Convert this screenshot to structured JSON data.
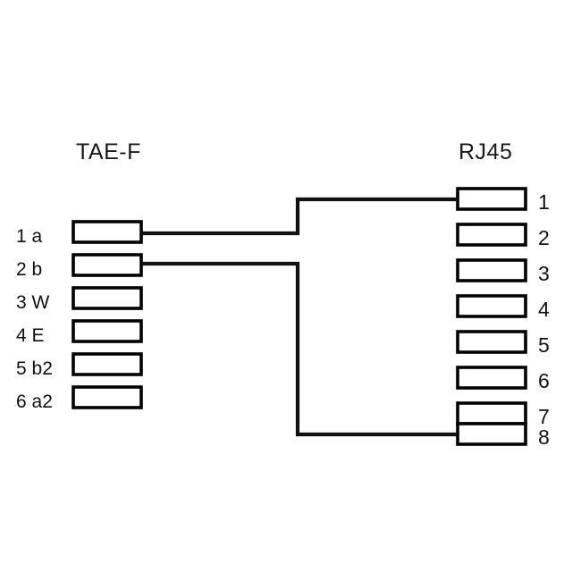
{
  "diagram": {
    "title_left": "TAE-F",
    "title_right": "RJ45",
    "background_color": "#ffffff",
    "line_color": "#111111",
    "box_fill": "#ffffff",
    "box_stroke": "#000000",
    "left_connector": {
      "name": "TAE-F",
      "pins": [
        {
          "number": "1",
          "code": "a",
          "label": "1 a"
        },
        {
          "number": "2",
          "code": "b",
          "label": "2 b"
        },
        {
          "number": "3",
          "code": "W",
          "label": "3 W"
        },
        {
          "number": "4",
          "code": "E",
          "label": "4 E"
        },
        {
          "number": "5",
          "code": "b2",
          "label": "5 b2"
        },
        {
          "number": "6",
          "code": "a2",
          "label": "6 a2"
        }
      ]
    },
    "right_connector": {
      "name": "RJ45",
      "pins": [
        {
          "number": "1",
          "label": "1"
        },
        {
          "number": "2",
          "label": "2"
        },
        {
          "number": "3",
          "label": "3"
        },
        {
          "number": "4",
          "label": "4"
        },
        {
          "number": "5",
          "label": "5"
        },
        {
          "number": "6",
          "label": "6"
        },
        {
          "number": "7",
          "label": "7"
        },
        {
          "number": "8",
          "label": "8"
        }
      ]
    },
    "connections": [
      {
        "from": "1 a",
        "to": "1",
        "route": "up"
      },
      {
        "from": "2 b",
        "to": "8",
        "route": "down"
      }
    ]
  }
}
